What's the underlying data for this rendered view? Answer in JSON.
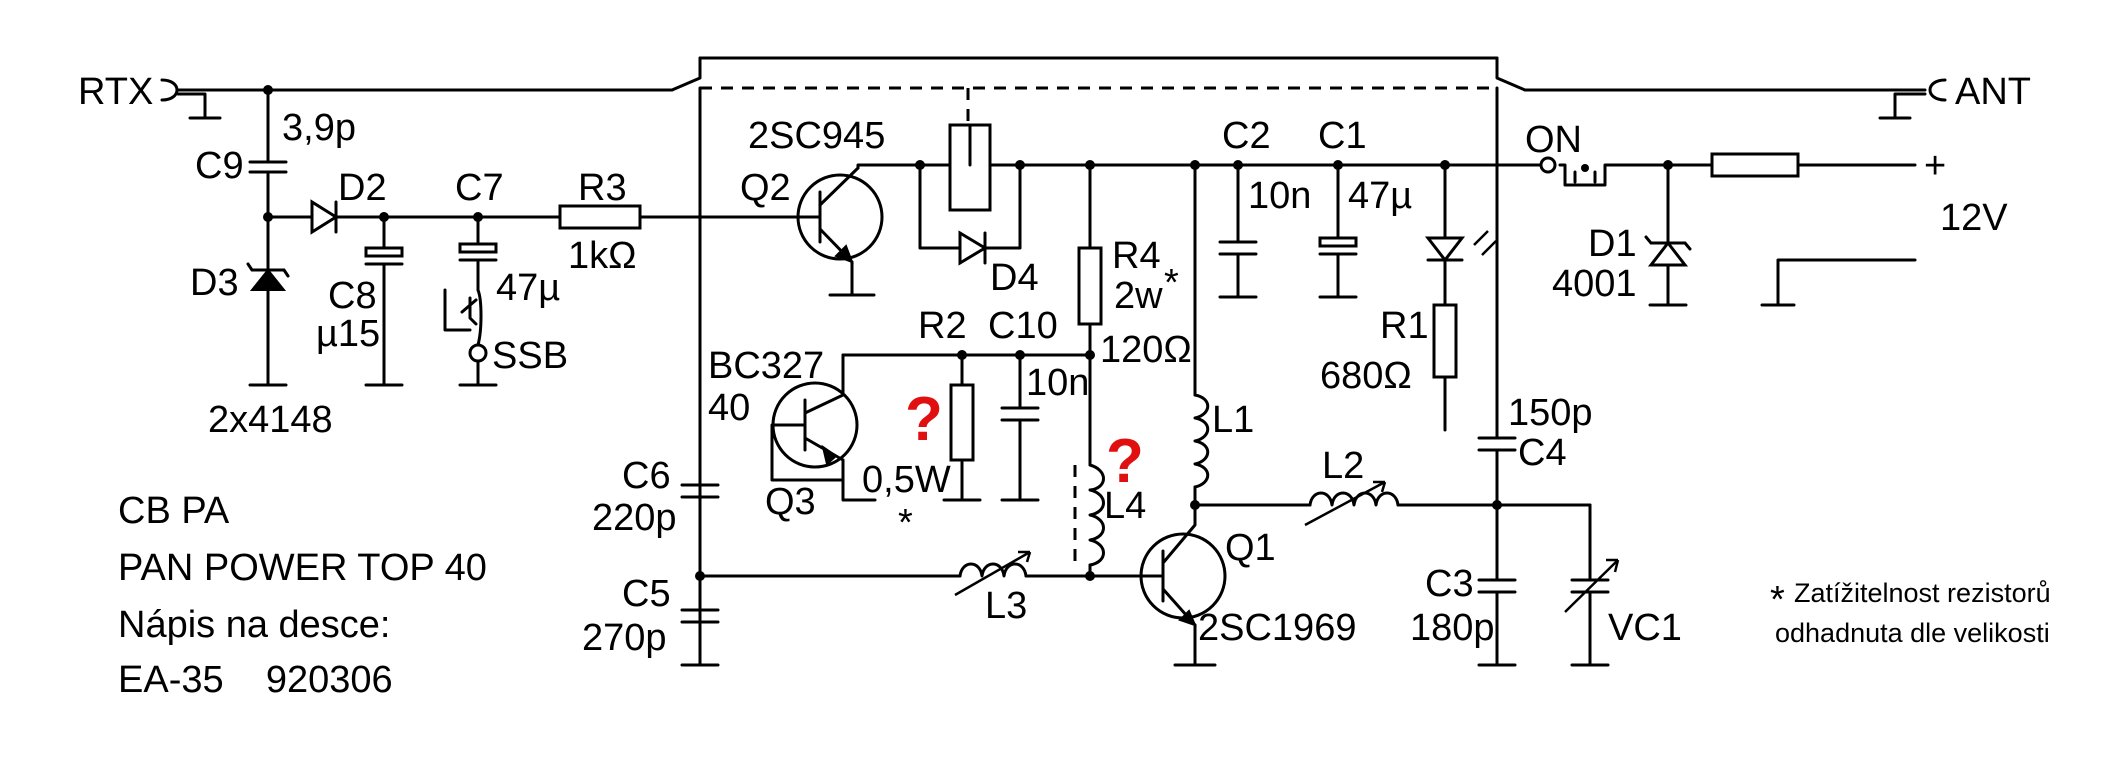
{
  "labels": {
    "rtx": "RTX",
    "ant": "ANT",
    "c9": "C9",
    "c9_value": "3,9p",
    "d2": "D2",
    "c7": "C7",
    "r3": "R3",
    "r3_value": "1kΩ",
    "d3": "D3",
    "c8": "C8",
    "c8_value": "µ15",
    "c7_value": "47µ",
    "ssb": "SSB",
    "diodes_value": "2x4148",
    "q2_type": "2SC945",
    "q2": "Q2",
    "d4": "D4",
    "c2": "C2",
    "c2_value": "10n",
    "c1": "C1",
    "c1_value": "47µ",
    "on": "ON",
    "plus": "+",
    "supply_value": "12V",
    "d1": "D1",
    "d1_value": "4001",
    "r4": "R4",
    "r4_power": "2w",
    "r4_value": "120Ω",
    "r1": "R1",
    "r1_value": "680Ω",
    "r2": "R2",
    "c10": "C10",
    "c10_value": "10n",
    "q3_type": "BC327",
    "q3_type_suffix": "40",
    "q3": "Q3",
    "r2_power": "0,5W",
    "l4": "L4",
    "l1": "L1",
    "l2": "L2",
    "c4_value": "150p",
    "c4": "C4",
    "c6": "C6",
    "c6_value": "220p",
    "c5": "C5",
    "c5_value": "270p",
    "l3": "L3",
    "q1": "Q1",
    "q1_type": "2SC1969",
    "c3": "C3",
    "c3_value": "180p",
    "vc1": "VC1",
    "unknown_mark": "?",
    "asterisk": "*"
  },
  "notes": {
    "line1": "CB PA",
    "line2": "PAN POWER TOP 40",
    "line3": "Nápis na desce:",
    "line4": "EA-35    920306",
    "footnote_line1": "Zatížitelnost rezistorů",
    "footnote_line2": "odhadnuta dle velikosti"
  }
}
